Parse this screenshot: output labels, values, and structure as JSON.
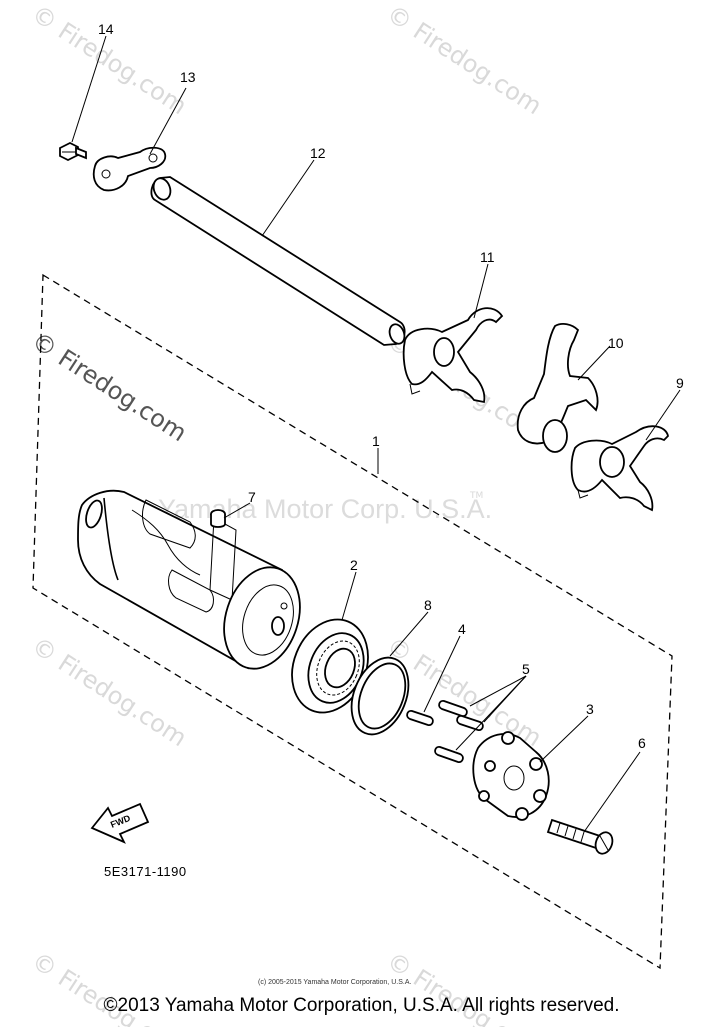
{
  "diagram": {
    "callouts": [
      "1",
      "2",
      "3",
      "4",
      "5",
      "6",
      "7",
      "8",
      "9",
      "10",
      "11",
      "12",
      "13",
      "14"
    ],
    "part_number": "5E3171-1190",
    "fwd_label": "FWD",
    "watermark_center": "Yamaha Motor Corp. U.S.A.",
    "watermark_tm": "TM",
    "watermark_firedog": "© Firedog.com",
    "small_copyright": "(c) 2005-2015 Yamaha Motor Corporation, U.S.A."
  },
  "footer": {
    "copyright": "©2013 Yamaha Motor Corporation, U.S.A. All rights reserved."
  }
}
